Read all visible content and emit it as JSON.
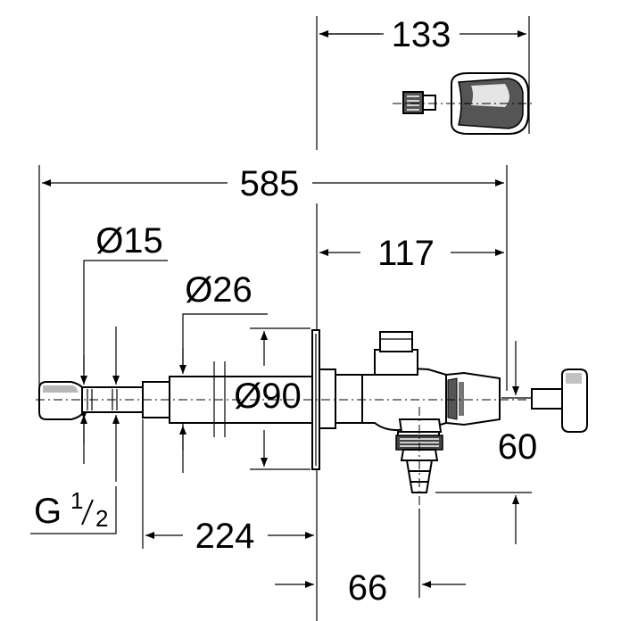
{
  "dimensions": {
    "width_133": "133",
    "total_585": "585",
    "depth_117": "117",
    "dia_15": "Ø15",
    "dia_26": "Ø26",
    "dia_90": "Ø90",
    "thread_g": "G",
    "thread_num": "1",
    "thread_den": "2",
    "length_224": "224",
    "height_60": "60",
    "offset_66": "66"
  }
}
